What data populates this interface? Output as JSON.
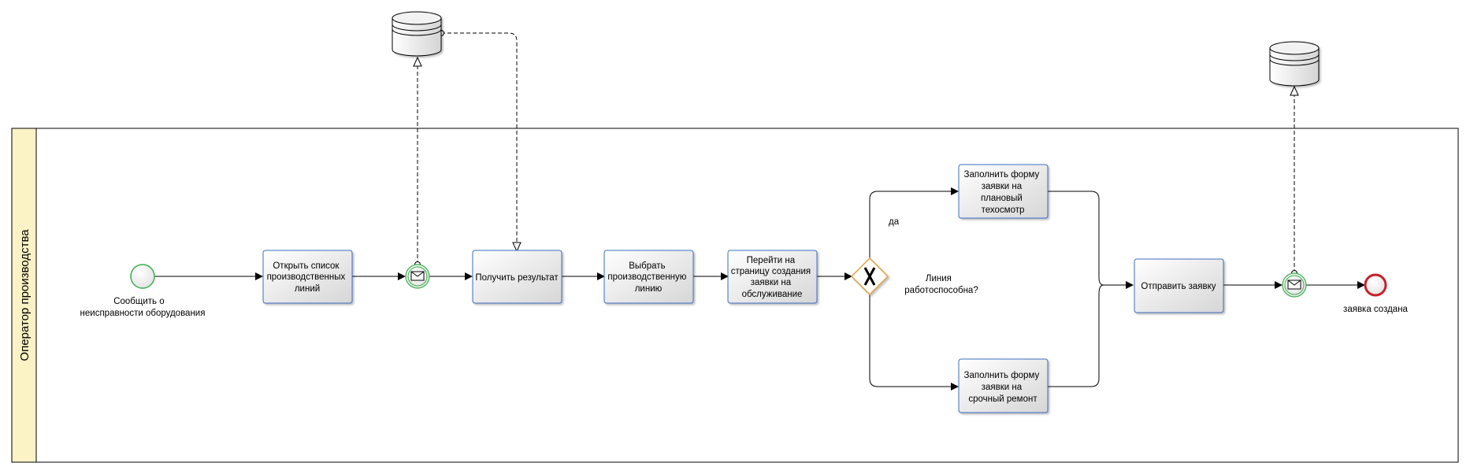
{
  "pool": {
    "lane_label": "Оператор производства"
  },
  "events": {
    "start": [
      "Сообщить о",
      "неисправности оборудования"
    ],
    "end": [
      "заявка создана"
    ]
  },
  "tasks": {
    "open_list": [
      "Открыть список",
      "производственных",
      "линий"
    ],
    "get_result": [
      "Получить результат"
    ],
    "select_line": [
      "Выбрать",
      "производственную",
      "линию"
    ],
    "goto_page": [
      "Перейти на",
      "страницу создания",
      "заявки на",
      "обслуживание"
    ],
    "fill_planned": [
      "Заполнить форму",
      "заявки на",
      "плановый",
      "техосмотр"
    ],
    "fill_urgent": [
      "Заполнить форму",
      "заявки на",
      "срочный ремонт"
    ],
    "send_request": [
      "Отправить заявку"
    ]
  },
  "gateway": {
    "question": [
      "Линия",
      "работоспособна?"
    ],
    "yes_label": "да"
  },
  "colors": {
    "task_border": "#3a6ec4",
    "start_stroke": "#3cae4f",
    "end_stroke": "#c8202a",
    "gateway_stroke": "#e0a23c",
    "lane_header": "#fbf3c6"
  },
  "icons": [
    "envelope-icon",
    "exclusive-gateway-x-icon",
    "data-store-icon"
  ]
}
